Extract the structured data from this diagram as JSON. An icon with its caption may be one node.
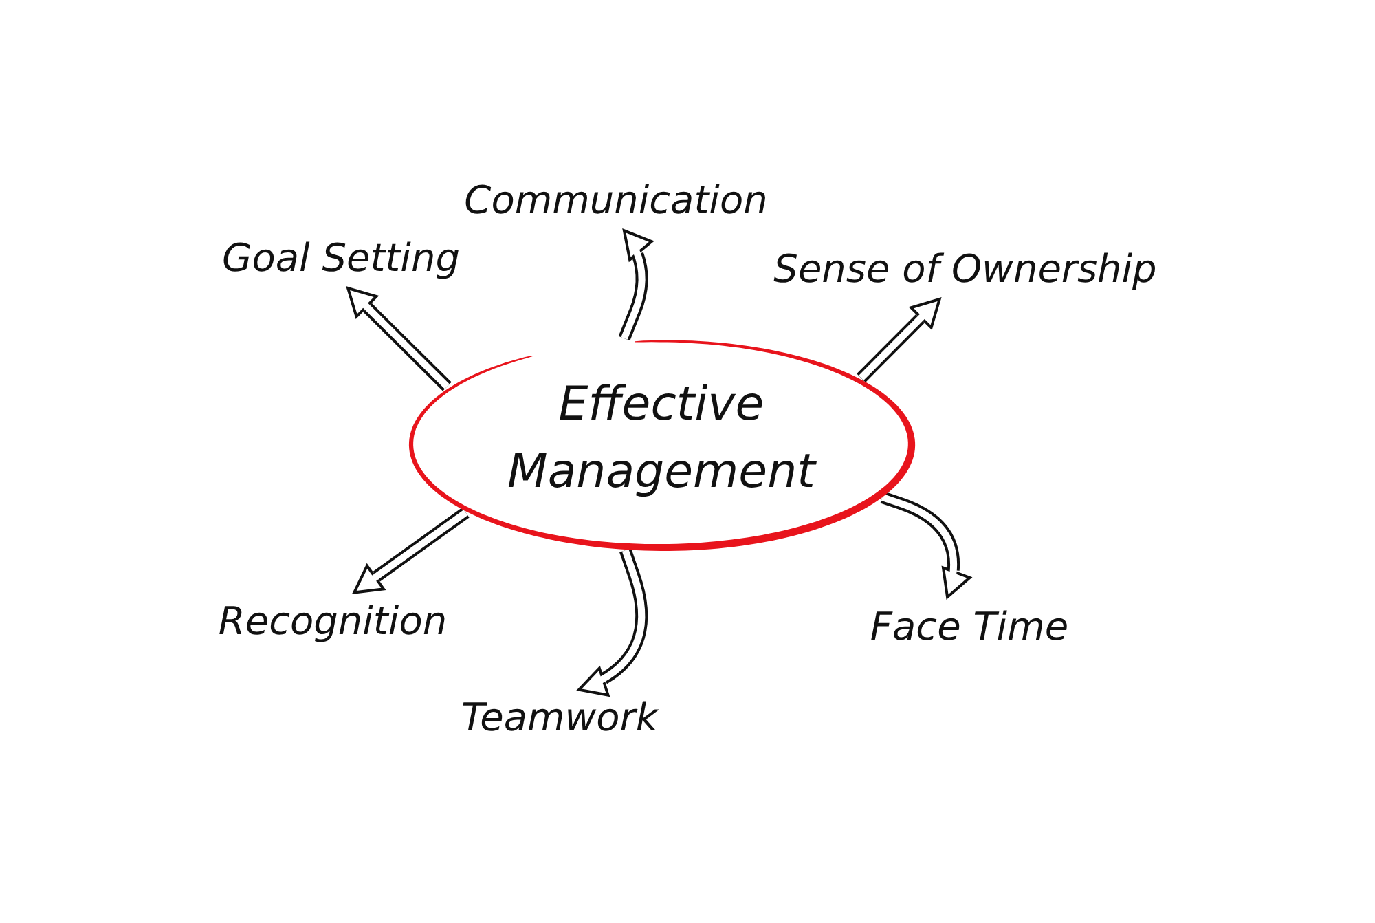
{
  "diagram": {
    "nodes": [
      {
        "text": [
          "Effective Management"
        ]
      },
      {
        "text": [
          "Communication"
        ]
      },
      {
        "text": [
          "Goal Setting"
        ]
      },
      {
        "text": [
          "Sense of Ownership"
        ]
      },
      {
        "text": [
          "Recognition"
        ]
      },
      {
        "text": [
          "Face Time"
        ]
      },
      {
        "text": [
          "Teamwork"
        ]
      }
    ],
    "edges": [
      {
        "from": 0,
        "to": 1,
        "arrow": "to"
      },
      {
        "from": 0,
        "to": 2,
        "arrow": "to"
      },
      {
        "from": 0,
        "to": 3,
        "arrow": "to"
      },
      {
        "from": 0,
        "to": 4,
        "arrow": "to"
      },
      {
        "from": 0,
        "to": 5,
        "arrow": "to"
      },
      {
        "from": 0,
        "to": 6,
        "arrow": "to"
      }
    ]
  }
}
